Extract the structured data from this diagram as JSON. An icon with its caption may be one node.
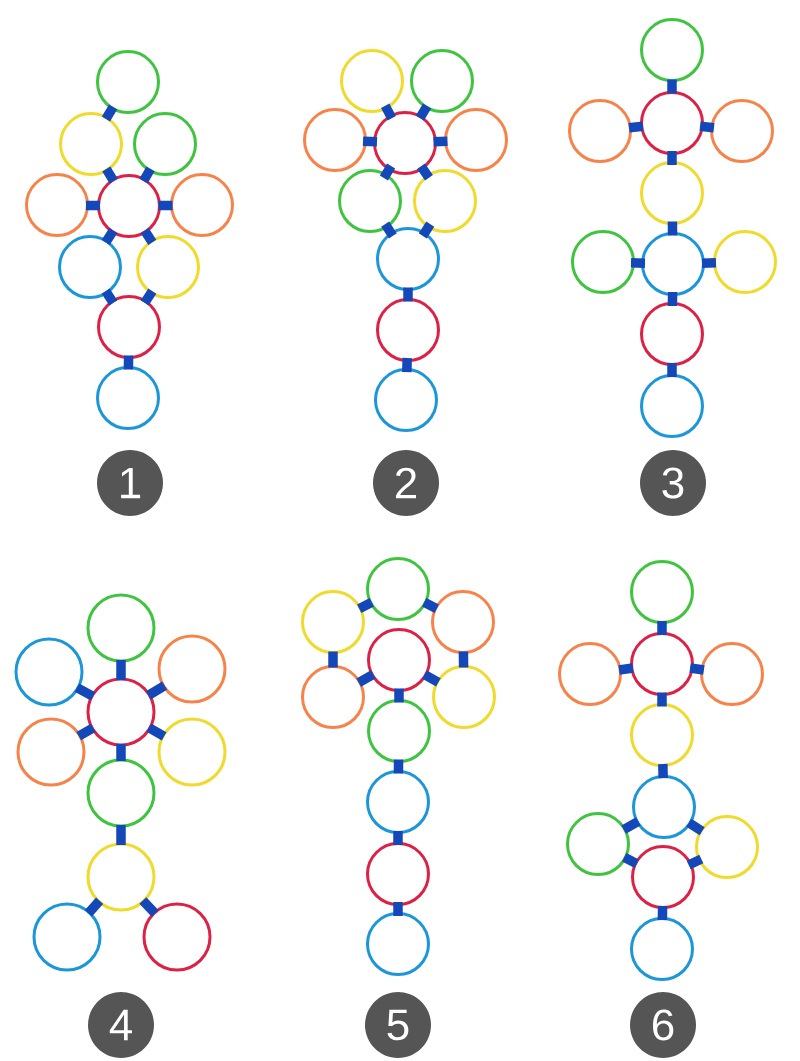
{
  "diagram": {
    "nodes": [
      {
        "text": [],
        "shape": "circle"
      },
      {
        "text": [],
        "shape": "circle"
      },
      {
        "text": [],
        "shape": "circle"
      },
      {
        "text": [],
        "shape": "circle"
      },
      {
        "text": [],
        "shape": "circle"
      },
      {
        "text": [],
        "shape": "circle"
      },
      {
        "text": [],
        "shape": "circle"
      },
      {
        "text": [],
        "shape": "circle"
      },
      {
        "text": [],
        "shape": "circle"
      },
      {
        "text": [],
        "shape": "circle"
      },
      {
        "text": [
          "1"
        ]
      },
      {
        "text": [],
        "shape": "circle"
      },
      {
        "text": [],
        "shape": "circle"
      },
      {
        "text": [],
        "shape": "circle"
      },
      {
        "text": [],
        "shape": "circle"
      },
      {
        "text": [],
        "shape": "circle"
      },
      {
        "text": [],
        "shape": "circle"
      },
      {
        "text": [],
        "shape": "circle"
      },
      {
        "text": [],
        "shape": "circle"
      },
      {
        "text": [],
        "shape": "circle"
      },
      {
        "text": [],
        "shape": "circle"
      },
      {
        "text": [
          "2"
        ]
      },
      {
        "text": [],
        "shape": "circle"
      },
      {
        "text": [],
        "shape": "circle"
      },
      {
        "text": [],
        "shape": "circle"
      },
      {
        "text": [],
        "shape": "circle"
      },
      {
        "text": [],
        "shape": "circle"
      },
      {
        "text": [],
        "shape": "circle"
      },
      {
        "text": [],
        "shape": "circle"
      },
      {
        "text": [],
        "shape": "circle"
      },
      {
        "text": [],
        "shape": "circle"
      },
      {
        "text": [],
        "shape": "circle"
      },
      {
        "text": [
          "3"
        ]
      },
      {
        "text": [],
        "shape": "circle"
      },
      {
        "text": [],
        "shape": "circle"
      },
      {
        "text": [],
        "shape": "circle"
      },
      {
        "text": [],
        "shape": "circle"
      },
      {
        "text": [],
        "shape": "circle"
      },
      {
        "text": [],
        "shape": "circle"
      },
      {
        "text": [],
        "shape": "circle"
      },
      {
        "text": [],
        "shape": "circle"
      },
      {
        "text": [],
        "shape": "circle"
      },
      {
        "text": [],
        "shape": "circle"
      },
      {
        "text": [
          "4"
        ]
      },
      {
        "text": [],
        "shape": "circle"
      },
      {
        "text": [],
        "shape": "circle"
      },
      {
        "text": [],
        "shape": "circle"
      },
      {
        "text": [],
        "shape": "circle"
      },
      {
        "text": [],
        "shape": "circle"
      },
      {
        "text": [],
        "shape": "circle"
      },
      {
        "text": [],
        "shape": "circle"
      },
      {
        "text": [],
        "shape": "circle"
      },
      {
        "text": [],
        "shape": "circle"
      },
      {
        "text": [],
        "shape": "circle"
      },
      {
        "text": [
          "5"
        ]
      },
      {
        "text": [],
        "shape": "circle"
      },
      {
        "text": [],
        "shape": "circle"
      },
      {
        "text": [],
        "shape": "circle"
      },
      {
        "text": [],
        "shape": "circle"
      },
      {
        "text": [],
        "shape": "circle"
      },
      {
        "text": [],
        "shape": "circle"
      },
      {
        "text": [],
        "shape": "circle"
      },
      {
        "text": [],
        "shape": "circle"
      },
      {
        "text": [],
        "shape": "circle"
      },
      {
        "text": [],
        "shape": "circle"
      },
      {
        "text": [
          "6"
        ]
      }
    ],
    "edges": [
      {
        "from": 0,
        "to": 1,
        "arrow": "none"
      },
      {
        "from": 1,
        "to": 4,
        "arrow": "none"
      },
      {
        "from": 2,
        "to": 4,
        "arrow": "none"
      },
      {
        "from": 3,
        "to": 4,
        "arrow": "none"
      },
      {
        "from": 4,
        "to": 5,
        "arrow": "none"
      },
      {
        "from": 4,
        "to": 6,
        "arrow": "none"
      },
      {
        "from": 4,
        "to": 7,
        "arrow": "none"
      },
      {
        "from": 6,
        "to": 8,
        "arrow": "none"
      },
      {
        "from": 7,
        "to": 8,
        "arrow": "none"
      },
      {
        "from": 8,
        "to": 9,
        "arrow": "none"
      },
      {
        "from": 11,
        "to": 14,
        "arrow": "none"
      },
      {
        "from": 12,
        "to": 14,
        "arrow": "none"
      },
      {
        "from": 13,
        "to": 14,
        "arrow": "none"
      },
      {
        "from": 14,
        "to": 15,
        "arrow": "none"
      },
      {
        "from": 14,
        "to": 16,
        "arrow": "none"
      },
      {
        "from": 14,
        "to": 17,
        "arrow": "none"
      },
      {
        "from": 16,
        "to": 18,
        "arrow": "none"
      },
      {
        "from": 17,
        "to": 18,
        "arrow": "none"
      },
      {
        "from": 18,
        "to": 19,
        "arrow": "none"
      },
      {
        "from": 19,
        "to": 20,
        "arrow": "none"
      },
      {
        "from": 22,
        "to": 24,
        "arrow": "none"
      },
      {
        "from": 23,
        "to": 24,
        "arrow": "none"
      },
      {
        "from": 24,
        "to": 25,
        "arrow": "none"
      },
      {
        "from": 24,
        "to": 26,
        "arrow": "none"
      },
      {
        "from": 26,
        "to": 28,
        "arrow": "none"
      },
      {
        "from": 27,
        "to": 28,
        "arrow": "none"
      },
      {
        "from": 28,
        "to": 29,
        "arrow": "none"
      },
      {
        "from": 28,
        "to": 30,
        "arrow": "none"
      },
      {
        "from": 30,
        "to": 31,
        "arrow": "none"
      },
      {
        "from": 33,
        "to": 36,
        "arrow": "none"
      },
      {
        "from": 34,
        "to": 36,
        "arrow": "none"
      },
      {
        "from": 35,
        "to": 36,
        "arrow": "none"
      },
      {
        "from": 36,
        "to": 37,
        "arrow": "none"
      },
      {
        "from": 36,
        "to": 38,
        "arrow": "none"
      },
      {
        "from": 36,
        "to": 39,
        "arrow": "none"
      },
      {
        "from": 39,
        "to": 40,
        "arrow": "none"
      },
      {
        "from": 40,
        "to": 41,
        "arrow": "none"
      },
      {
        "from": 40,
        "to": 42,
        "arrow": "none"
      },
      {
        "from": 44,
        "to": 45,
        "arrow": "none"
      },
      {
        "from": 44,
        "to": 46,
        "arrow": "none"
      },
      {
        "from": 45,
        "to": 48,
        "arrow": "none"
      },
      {
        "from": 46,
        "to": 49,
        "arrow": "none"
      },
      {
        "from": 47,
        "to": 48,
        "arrow": "none"
      },
      {
        "from": 47,
        "to": 49,
        "arrow": "none"
      },
      {
        "from": 47,
        "to": 50,
        "arrow": "none"
      },
      {
        "from": 50,
        "to": 51,
        "arrow": "none"
      },
      {
        "from": 51,
        "to": 52,
        "arrow": "none"
      },
      {
        "from": 52,
        "to": 53,
        "arrow": "none"
      },
      {
        "from": 55,
        "to": 57,
        "arrow": "none"
      },
      {
        "from": 56,
        "to": 57,
        "arrow": "none"
      },
      {
        "from": 57,
        "to": 58,
        "arrow": "none"
      },
      {
        "from": 57,
        "to": 59,
        "arrow": "none"
      },
      {
        "from": 59,
        "to": 60,
        "arrow": "none"
      },
      {
        "from": 60,
        "to": 61,
        "arrow": "none"
      },
      {
        "from": 60,
        "to": 62,
        "arrow": "none"
      },
      {
        "from": 61,
        "to": 63,
        "arrow": "none"
      },
      {
        "from": 62,
        "to": 63,
        "arrow": "none"
      },
      {
        "from": 63,
        "to": 64,
        "arrow": "none"
      }
    ]
  }
}
